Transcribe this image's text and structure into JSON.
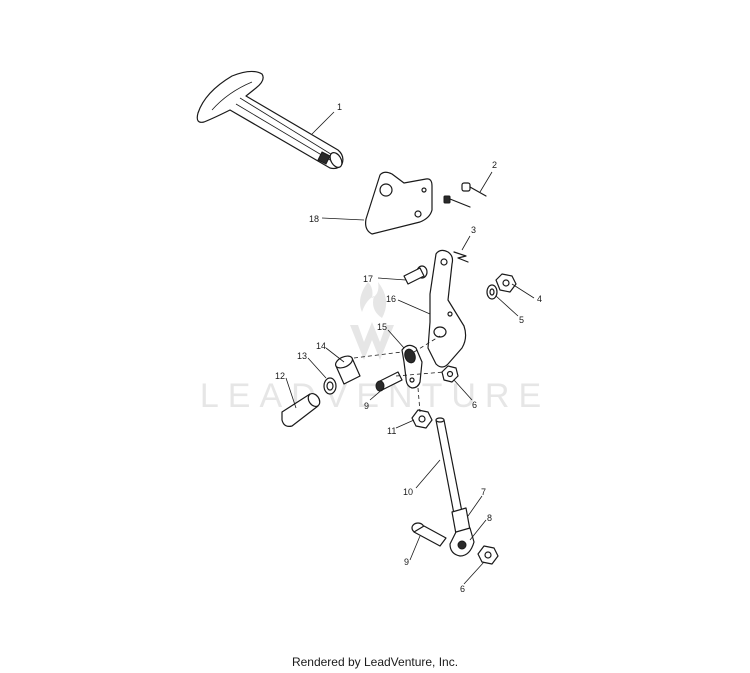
{
  "footer": {
    "text": "Rendered by LeadVenture, Inc."
  },
  "watermark": {
    "text": "LEADVENTURE"
  },
  "callouts": {
    "c1": "1",
    "c2": "2",
    "c3": "3",
    "c4": "4",
    "c5": "5",
    "c6a": "6",
    "c6b": "6",
    "c7": "7",
    "c8": "8",
    "c9a": "9",
    "c9b": "9",
    "c10": "10",
    "c11": "11",
    "c12": "12",
    "c13": "13",
    "c14": "14",
    "c15": "15",
    "c16": "16",
    "c17": "17",
    "c18": "18"
  },
  "colors": {
    "line": "#1a1a1a",
    "watermark": "#d2d2d2",
    "background": "#ffffff"
  }
}
